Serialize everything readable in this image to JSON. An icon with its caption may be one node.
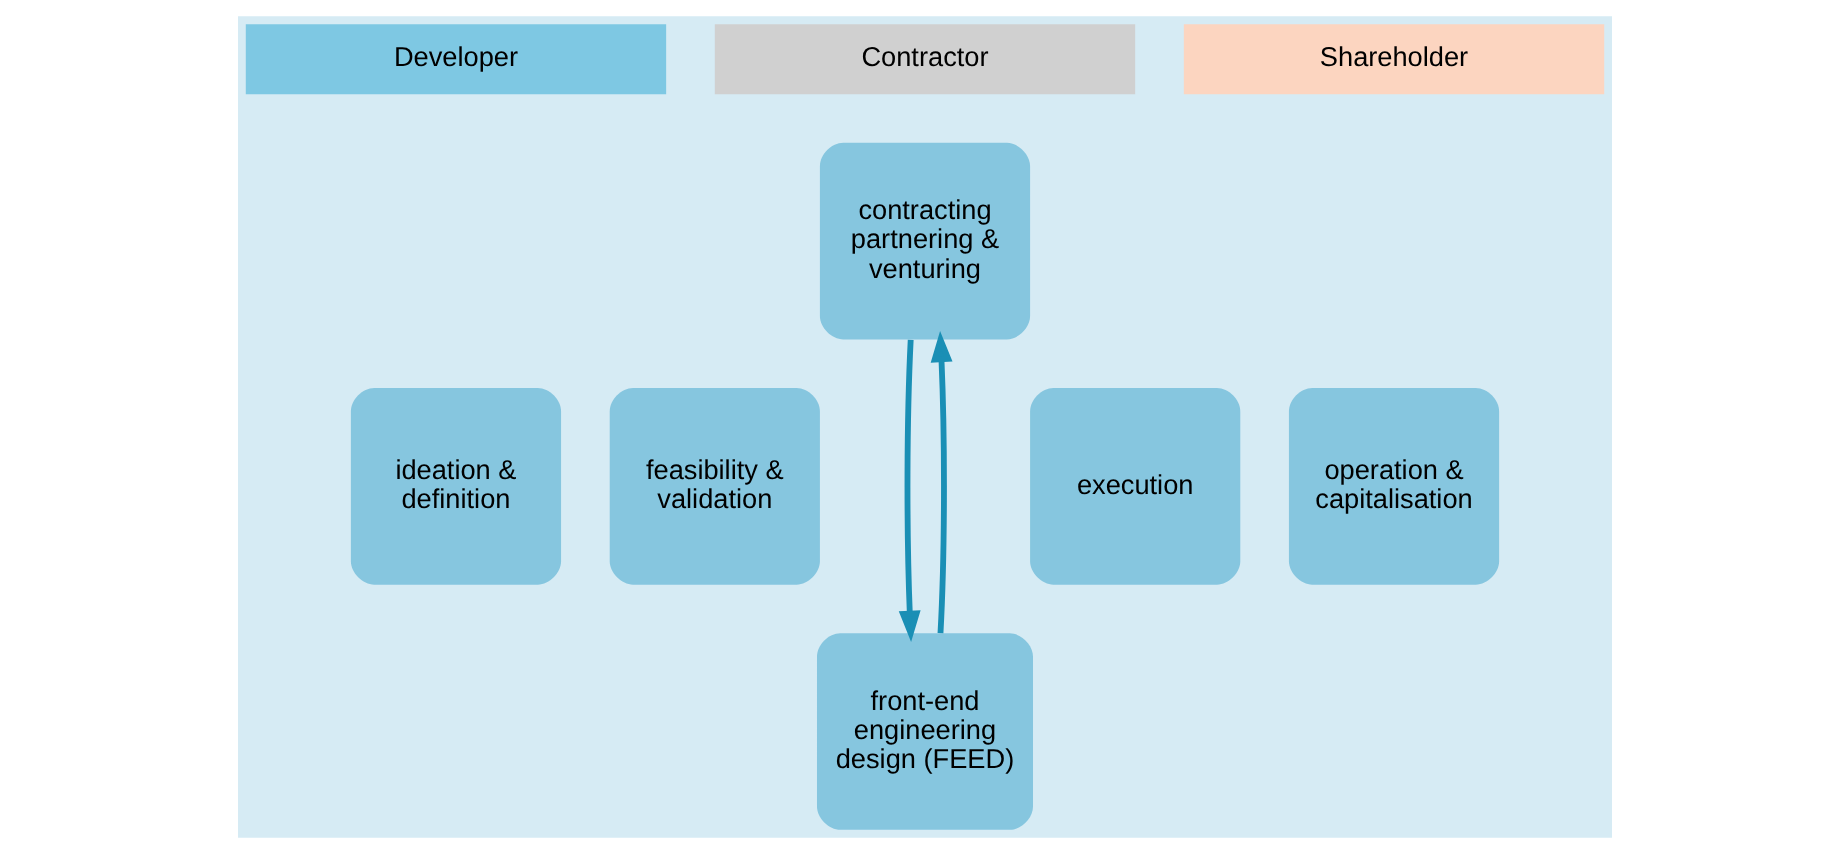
{
  "diagram": {
    "nodes": [
      {
        "text": [
          "Developer"
        ]
      },
      {
        "text": [
          "Contractor"
        ]
      },
      {
        "text": [
          "Shareholder"
        ]
      },
      {
        "text": [
          "ideation & definition"
        ]
      },
      {
        "text": [
          "feasibility & validation"
        ]
      },
      {
        "text": [
          "contracting partnering & venturing"
        ]
      },
      {
        "text": [
          "front-end engineering design (FEED)"
        ]
      },
      {
        "text": [
          "execution"
        ]
      },
      {
        "text": [
          "operation & capitalisation"
        ]
      }
    ],
    "edges": [
      {
        "from": 5,
        "to": 6,
        "arrow": "to"
      },
      {
        "from": 6,
        "to": 5,
        "arrow": "to"
      }
    ]
  }
}
